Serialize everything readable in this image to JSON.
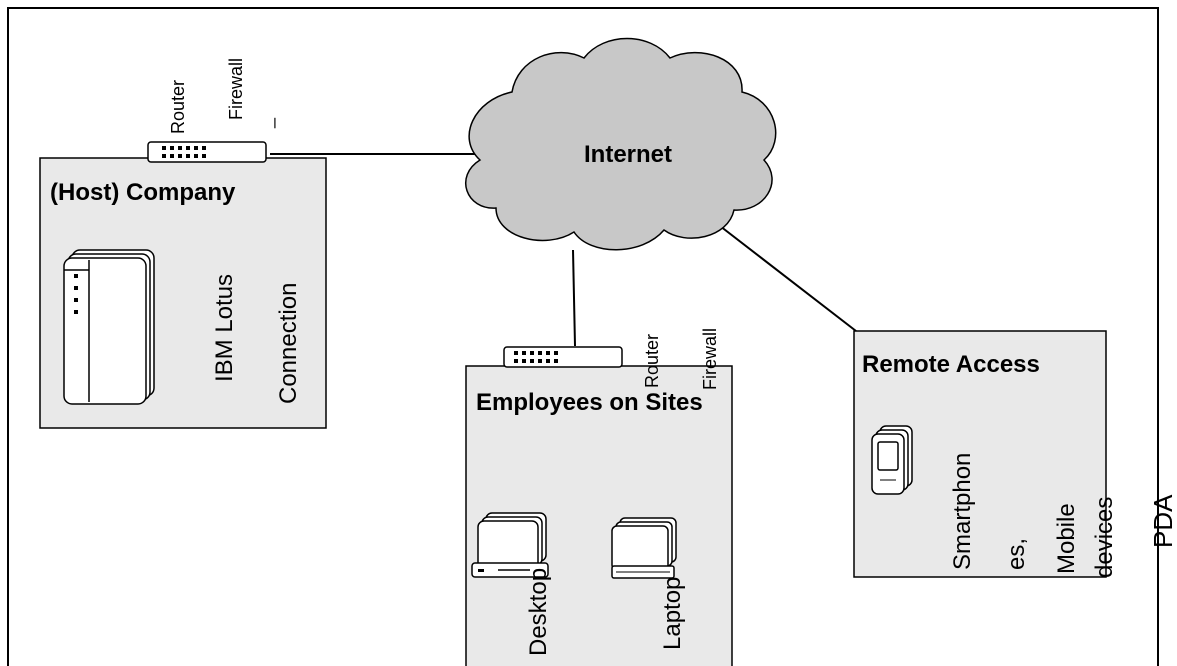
{
  "internet": {
    "label": "Internet"
  },
  "host": {
    "title": "(Host) Company",
    "router_label": "Router",
    "firewall_label": "Firewall",
    "firewall_mark": "_",
    "app_line1": "IBM Lotus",
    "app_line2": "Connection"
  },
  "employees": {
    "title": "Employees on Sites",
    "router_label": "Router",
    "firewall_label": "Firewall",
    "desktop_label": "Desktop",
    "laptop_label": "Laptop"
  },
  "remote": {
    "title": "Remote Access",
    "smartphones_line1": "Smartphon",
    "smartphones_line2": "es,",
    "mobile_line1": "Mobile",
    "mobile_line2": "devices",
    "pda_label": "PDA"
  },
  "colors": {
    "box_fill": "#e9e9e9",
    "cloud_fill": "#c8c8c8",
    "stroke": "#000000"
  }
}
